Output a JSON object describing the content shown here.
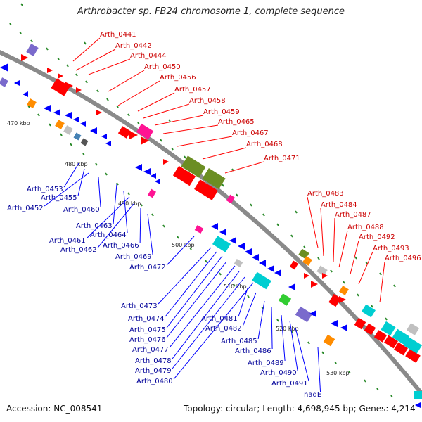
{
  "title": "Arthrobacter sp. FB24 chromosome 1, complete sequence",
  "footer": {
    "accession": "Accession: NC_008541",
    "topology": "Topology: circular; Length: 4,698,945 bp; Genes: 4,214"
  },
  "colors": {
    "forward_strand": "#ff0000",
    "reverse_strand": "#0000ff",
    "backbone": "#888888",
    "gc_ticks": "#228b22"
  },
  "position_ticks": [
    "470 kbp",
    "480 kbp",
    "490 kbp",
    "500 kbp",
    "510 kbp",
    "520 kbp",
    "530 kbp"
  ],
  "forward_labels": [
    "Arth_0441",
    "Arth_0442",
    "Arth_0444",
    "Arth_0450",
    "Arth_0456",
    "Arth_0457",
    "Arth_0458",
    "Arth_0459",
    "Arth_0465",
    "Arth_0467",
    "Arth_0468",
    "Arth_0471",
    "Arth_0483",
    "Arth_0484",
    "Arth_0487",
    "Arth_0488",
    "Arth_0492",
    "Arth_0493",
    "Arth_0496"
  ],
  "reverse_labels": [
    "Arth_0453",
    "Arth_0455",
    "Arth_0452",
    "Arth_0460",
    "Arth_0463",
    "Arth_0464",
    "Arth_0461",
    "Arth_0462",
    "Arth_0466",
    "Arth_0469",
    "Arth_0472",
    "Arth_0473",
    "Arth_0474",
    "Arth_0475",
    "Arth_0476",
    "Arth_0477",
    "Arth_0478",
    "Arth_0479",
    "Arth_0480",
    "Arth_0481",
    "Arth_0482",
    "Arth_0485",
    "Arth_0486",
    "Arth_0489",
    "Arth_0490",
    "Arth_0491",
    "nadE"
  ]
}
